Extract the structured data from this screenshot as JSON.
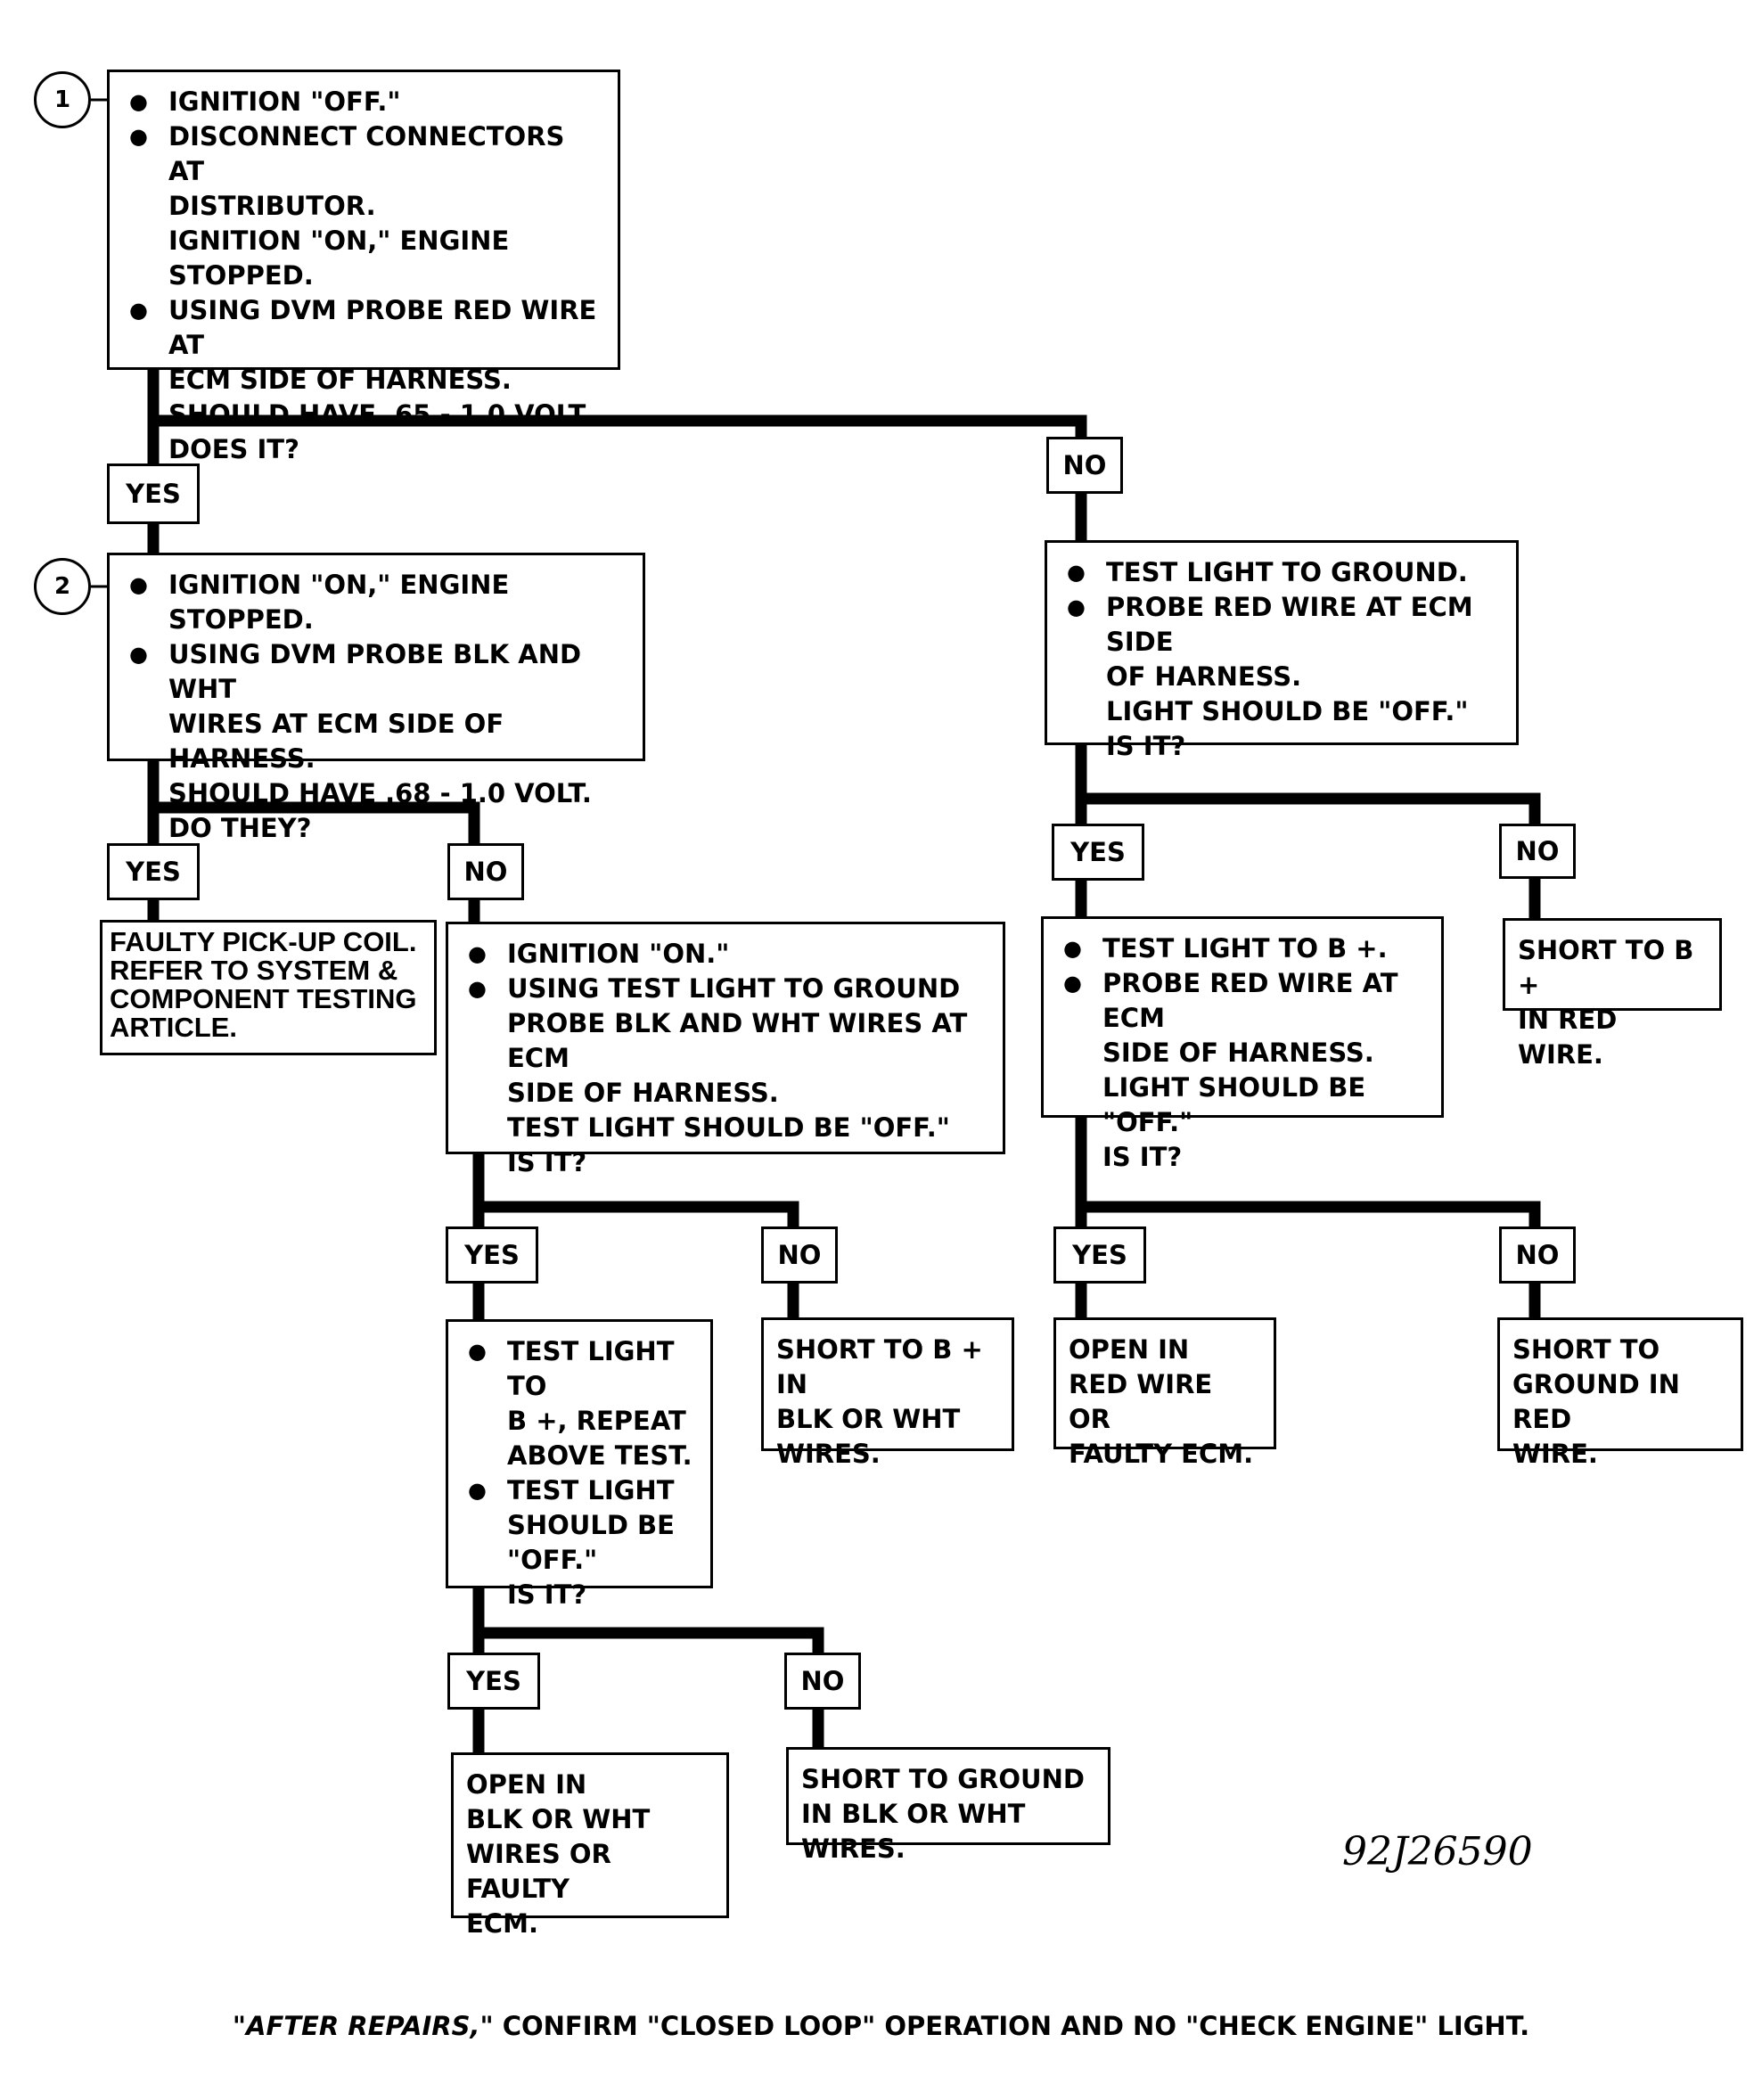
{
  "steps": [
    "1",
    "2"
  ],
  "labels": {
    "yes": "YES",
    "no": "NO"
  },
  "box1": [
    "IGNITION \"OFF.\"",
    "DISCONNECT CONNECTORS AT",
    "DISTRIBUTOR.",
    "IGNITION \"ON,\" ENGINE STOPPED.",
    "USING DVM PROBE RED WIRE AT",
    "ECM SIDE OF HARNESS.",
    "SHOULD HAVE .65 - 1.0 VOLT.",
    "DOES IT?"
  ],
  "box2": [
    "IGNITION \"ON,\" ENGINE STOPPED.",
    "USING DVM PROBE BLK AND WHT",
    "WIRES AT ECM SIDE OF HARNESS.",
    "SHOULD HAVE .68 - 1.0 VOLT.",
    "DO THEY?"
  ],
  "box_faulty_coil": [
    "FAULTY PICK-UP COIL.",
    "REFER TO SYSTEM &",
    "COMPONENT TESTING",
    "ARTICLE."
  ],
  "box_testlight_ground": [
    "IGNITION \"ON.\"",
    "USING TEST LIGHT TO GROUND",
    "PROBE BLK AND WHT WIRES AT ECM",
    "SIDE OF HARNESS.",
    "TEST LIGHT SHOULD BE \"OFF.\"",
    "IS IT?"
  ],
  "box_testlight_b": [
    "TEST LIGHT TO",
    "B +, REPEAT",
    "ABOVE TEST.",
    "TEST LIGHT",
    "SHOULD BE",
    "\"OFF.\"",
    "IS IT?"
  ],
  "box_short_b_blk": [
    "SHORT TO B + IN",
    "BLK OR WHT",
    "WIRES."
  ],
  "box_open_blk": [
    "OPEN IN",
    "BLK OR WHT",
    "WIRES OR FAULTY",
    "ECM."
  ],
  "box_short_ground_blk": [
    "SHORT TO GROUND",
    "IN BLK OR WHT WIRES."
  ],
  "box_right1": [
    "TEST LIGHT TO GROUND.",
    "PROBE RED WIRE AT ECM SIDE",
    "OF HARNESS.",
    "LIGHT SHOULD BE \"OFF.\"",
    "IS IT?"
  ],
  "box_short_b_red": [
    "SHORT TO B +",
    "IN RED WIRE."
  ],
  "box_right2": [
    "TEST LIGHT TO B +.",
    "PROBE RED WIRE AT ECM",
    "SIDE OF HARNESS.",
    "LIGHT SHOULD BE \"OFF.\"",
    "IS IT?"
  ],
  "box_open_red": [
    "OPEN IN",
    "RED WIRE OR",
    "FAULTY ECM."
  ],
  "box_short_ground_red": [
    "SHORT TO",
    "GROUND IN RED",
    "WIRE."
  ],
  "figure_number": "92J26590",
  "footer": {
    "emphasis": "\"AFTER REPAIRS,\"",
    "text": " CONFIRM \"CLOSED LOOP\" OPERATION AND NO \"CHECK ENGINE\" LIGHT."
  }
}
